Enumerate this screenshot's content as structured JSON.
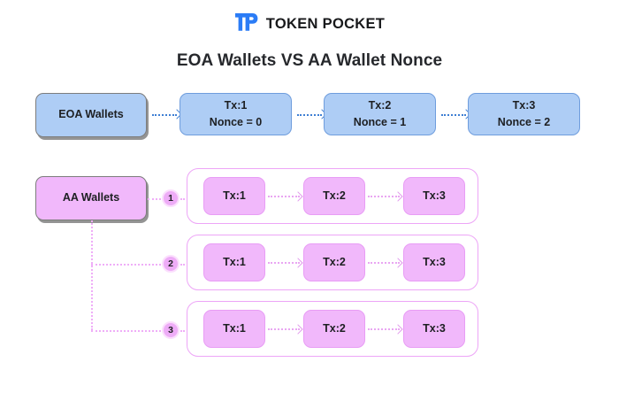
{
  "brand": {
    "logo_icon": "tp-logo-icon",
    "name": "TOKEN POCKET",
    "logo_color": "#2b7cf6"
  },
  "title": "EOA Wallets VS AA Wallet Nonce",
  "colors": {
    "blue_fill": "#AECDF5",
    "blue_border": "#6F9DDD",
    "blue_arrow": "#3F7FD4",
    "pink_fill": "#F1B8FB",
    "pink_border": "#E89DF5",
    "pink_arrow": "#E9A6F2",
    "row_border": "#EDA5F7",
    "text": "#1D1F22",
    "background": "#FFFFFF"
  },
  "eoa_section": {
    "label": "EOA Wallets",
    "transactions": [
      {
        "tx": "Tx:1",
        "nonce": "Nonce = 0"
      },
      {
        "tx": "Tx:2",
        "nonce": "Nonce = 1"
      },
      {
        "tx": "Tx:3",
        "nonce": "Nonce = 2"
      }
    ]
  },
  "aa_section": {
    "label": "AA Wallets",
    "rows": [
      {
        "badge": "1",
        "transactions": [
          "Tx:1",
          "Tx:2",
          "Tx:3"
        ]
      },
      {
        "badge": "2",
        "transactions": [
          "Tx:1",
          "Tx:2",
          "Tx:3"
        ]
      },
      {
        "badge": "3",
        "transactions": [
          "Tx:1",
          "Tx:2",
          "Tx:3"
        ]
      }
    ]
  }
}
